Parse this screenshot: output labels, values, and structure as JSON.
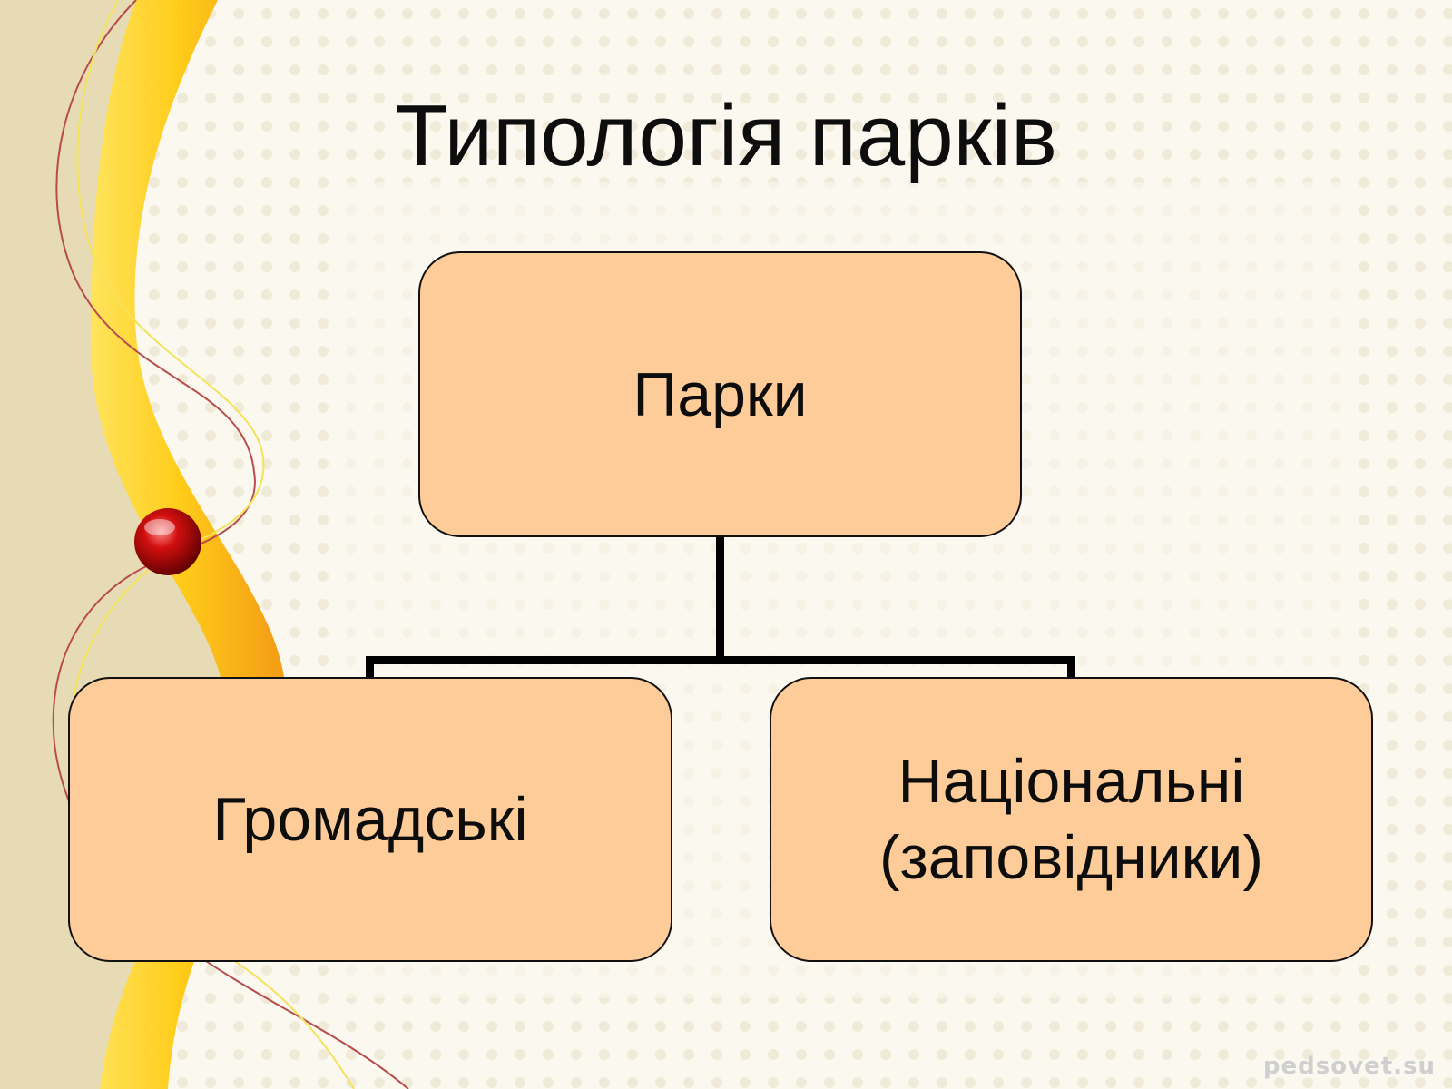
{
  "slide": {
    "title": "Типологія парків",
    "watermark": "pedsovet.su"
  },
  "diagram": {
    "root": {
      "label": "Парки"
    },
    "children": [
      {
        "label": "Громадські"
      },
      {
        "label_line1": "Національні",
        "label_line2": "(заповідники)"
      }
    ]
  },
  "colors": {
    "background": "#fbf8ef",
    "node_fill": "#fecc98",
    "ribbon_yellow": "#ffd21f",
    "ribbon_orange": "#f7a21b",
    "side_band": "#e6dbb5",
    "bead": "#c00000"
  }
}
